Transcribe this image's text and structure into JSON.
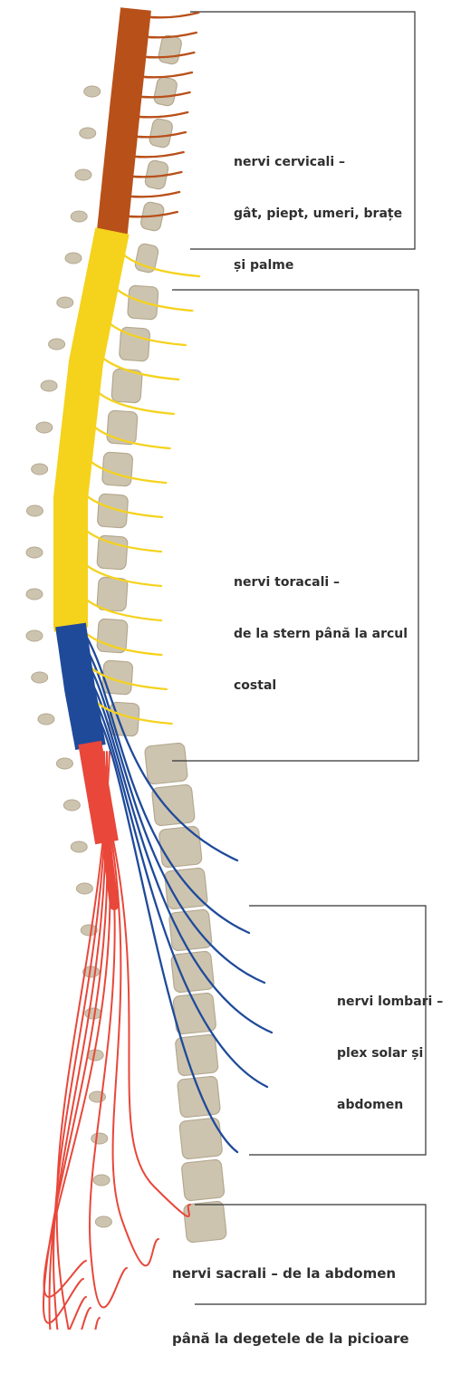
{
  "colors": {
    "cervical": "#b8501a",
    "thoracic": "#f5d21c",
    "lumbar": "#1f4a9a",
    "sacral": "#e8473a",
    "vertebra": "#cdc4b0",
    "vertebra_edge": "#b4a88f",
    "bracket": "#333333",
    "background": "#ffffff"
  },
  "sections": [
    {
      "id": "cervical",
      "lines": [
        "nervi cervicali –",
        "gât, piept, umeri, brațe",
        "și palme"
      ]
    },
    {
      "id": "thoracic",
      "lines": [
        "nervi toracali –",
        "de la stern până la arcul",
        "costal"
      ]
    },
    {
      "id": "lumbar",
      "lines": [
        "nervi lombari –",
        "plex solar și",
        "abdomen"
      ]
    },
    {
      "id": "sacral",
      "lines": [
        "nervi sacrali – de la abdomen",
        "până la degetele de la picioare"
      ]
    }
  ]
}
